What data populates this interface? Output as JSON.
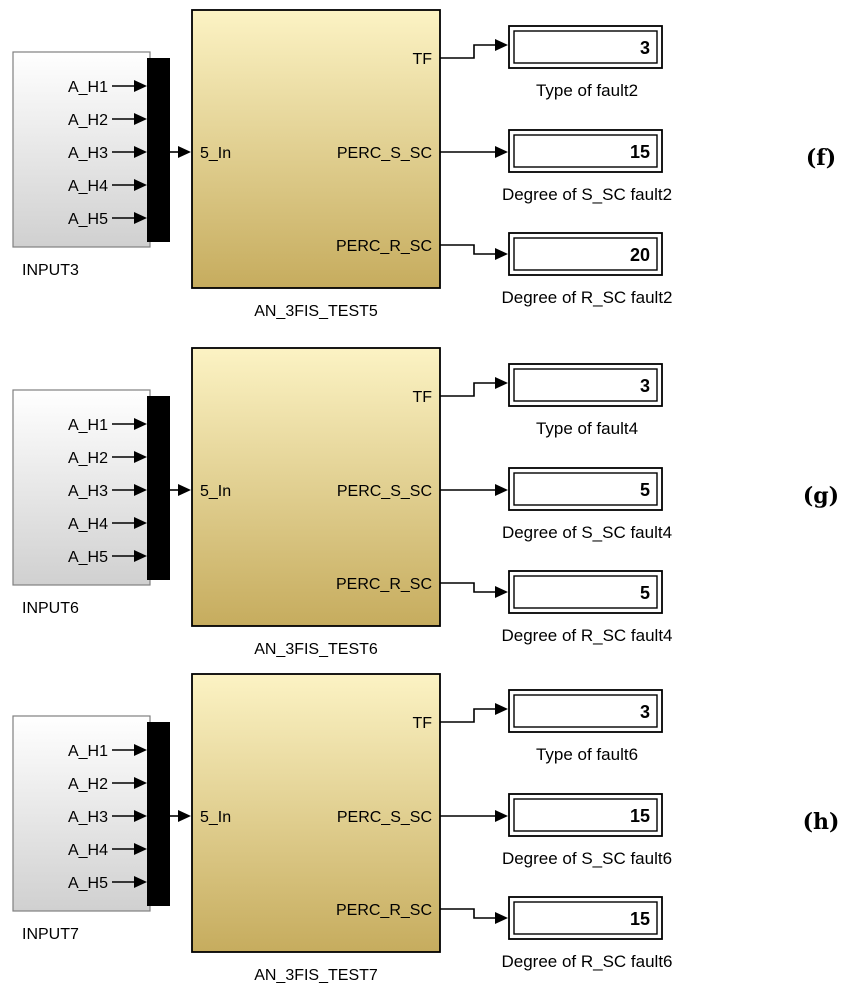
{
  "colors": {
    "subsystem_top": "#fcf3c4",
    "subsystem_bottom": "#c6ac5e",
    "input_top": "#ffffff",
    "input_bottom": "#d0d0d0",
    "mux": "#000000",
    "line": "#000000"
  },
  "input_port_labels": [
    "A_H1",
    "A_H2",
    "A_H3",
    "A_H4",
    "A_H5"
  ],
  "subsystem_ports": {
    "input": "5_In",
    "outputs": [
      "TF",
      "PERC_S_SC",
      "PERC_R_SC"
    ]
  },
  "panels": [
    {
      "label": "(f)",
      "input_block": "INPUT3",
      "subsystem": "AN_3FIS_TEST5",
      "displays": [
        {
          "value": "3",
          "caption": "Type of fault2"
        },
        {
          "value": "15",
          "caption": "Degree of S_SC fault2"
        },
        {
          "value": "20",
          "caption": "Degree of R_SC fault2"
        }
      ]
    },
    {
      "label": "(g)",
      "input_block": "INPUT6",
      "subsystem": "AN_3FIS_TEST6",
      "displays": [
        {
          "value": "3",
          "caption": "Type of fault4"
        },
        {
          "value": "5",
          "caption": "Degree of S_SC fault4"
        },
        {
          "value": "5",
          "caption": "Degree of R_SC fault4"
        }
      ]
    },
    {
      "label": "(h)",
      "input_block": "INPUT7",
      "subsystem": "AN_3FIS_TEST7",
      "displays": [
        {
          "value": "3",
          "caption": "Type of fault6"
        },
        {
          "value": "15",
          "caption": "Degree of S_SC fault6"
        },
        {
          "value": "15",
          "caption": "Degree of R_SC fault6"
        }
      ]
    }
  ]
}
